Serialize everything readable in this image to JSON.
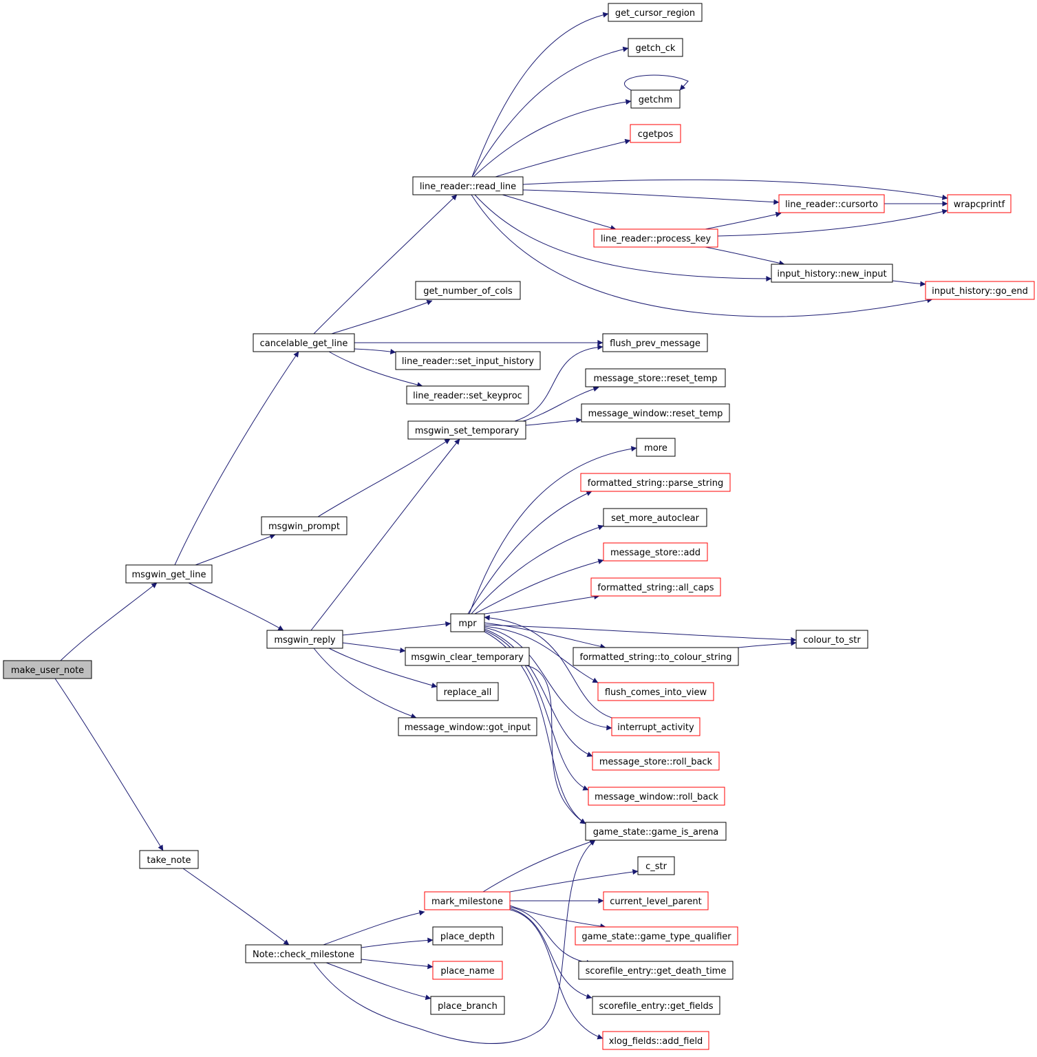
{
  "colors": {
    "edge": "#191970",
    "arrowhead": "#191970",
    "node_border": "#000000",
    "node_border_undocumented": "#ff0000",
    "root_fill": "#bfbfbf",
    "background": "#ffffff"
  },
  "nodes": {
    "make_user_note": {
      "label": "make_user_note",
      "style": "root"
    },
    "msgwin_get_line": {
      "label": "msgwin_get_line",
      "style": "black"
    },
    "take_note": {
      "label": "take_note",
      "style": "black"
    },
    "cancelable_get_line": {
      "label": "cancelable_get_line",
      "style": "black"
    },
    "msgwin_prompt": {
      "label": "msgwin_prompt",
      "style": "black"
    },
    "msgwin_reply": {
      "label": "msgwin_reply",
      "style": "black"
    },
    "note_check_milestone": {
      "label": "Note::check_milestone",
      "style": "black"
    },
    "line_reader_read_line": {
      "label": "line_reader::read_line",
      "style": "black"
    },
    "get_number_of_cols": {
      "label": "get_number_of_cols",
      "style": "black"
    },
    "line_reader_set_input_history": {
      "label": "line_reader::set_input_history",
      "style": "black"
    },
    "line_reader_set_keyproc": {
      "label": "line_reader::set_keyproc",
      "style": "black"
    },
    "msgwin_set_temporary": {
      "label": "msgwin_set_temporary",
      "style": "black"
    },
    "mpr": {
      "label": "mpr",
      "style": "black"
    },
    "msgwin_clear_temporary": {
      "label": "msgwin_clear_temporary",
      "style": "black"
    },
    "replace_all": {
      "label": "replace_all",
      "style": "black"
    },
    "message_window_got_input": {
      "label": "message_window::got_input",
      "style": "black"
    },
    "mark_milestone": {
      "label": "mark_milestone",
      "style": "red"
    },
    "place_depth": {
      "label": "place_depth",
      "style": "black"
    },
    "place_name": {
      "label": "place_name",
      "style": "red"
    },
    "place_branch": {
      "label": "place_branch",
      "style": "black"
    },
    "get_cursor_region": {
      "label": "get_cursor_region",
      "style": "black"
    },
    "getch_ck": {
      "label": "getch_ck",
      "style": "black"
    },
    "getchm": {
      "label": "getchm",
      "style": "black"
    },
    "cgetpos": {
      "label": "cgetpos",
      "style": "red"
    },
    "line_reader_process_key": {
      "label": "line_reader::process_key",
      "style": "red"
    },
    "flush_prev_message": {
      "label": "flush_prev_message",
      "style": "black"
    },
    "message_store_reset_temp": {
      "label": "message_store::reset_temp",
      "style": "black"
    },
    "message_window_reset_temp": {
      "label": "message_window::reset_temp",
      "style": "black"
    },
    "more": {
      "label": "more",
      "style": "black"
    },
    "formatted_string_parse_string": {
      "label": "formatted_string::parse_string",
      "style": "red"
    },
    "set_more_autoclear": {
      "label": "set_more_autoclear",
      "style": "black"
    },
    "message_store_add": {
      "label": "message_store::add",
      "style": "red"
    },
    "formatted_string_all_caps": {
      "label": "formatted_string::all_caps",
      "style": "red"
    },
    "formatted_string_to_colour_string": {
      "label": "formatted_string::to_colour_string",
      "style": "black"
    },
    "flush_comes_into_view": {
      "label": "flush_comes_into_view",
      "style": "red"
    },
    "interrupt_activity": {
      "label": "interrupt_activity",
      "style": "red"
    },
    "message_store_roll_back": {
      "label": "message_store::roll_back",
      "style": "red"
    },
    "message_window_roll_back": {
      "label": "message_window::roll_back",
      "style": "red"
    },
    "game_state_game_is_arena": {
      "label": "game_state::game_is_arena",
      "style": "black"
    },
    "c_str": {
      "label": "c_str",
      "style": "black"
    },
    "current_level_parent": {
      "label": "current_level_parent",
      "style": "red"
    },
    "game_state_game_type_qualifier": {
      "label": "game_state::game_type_qualifier",
      "style": "red"
    },
    "scorefile_entry_get_death_time": {
      "label": "scorefile_entry::get_death_time",
      "style": "black"
    },
    "scorefile_entry_get_fields": {
      "label": "scorefile_entry::get_fields",
      "style": "black"
    },
    "xlog_fields_add_field": {
      "label": "xlog_fields::add_field",
      "style": "red"
    },
    "line_reader_cursorto": {
      "label": "line_reader::cursorto",
      "style": "red"
    },
    "wrapcprintf": {
      "label": "wrapcprintf",
      "style": "red"
    },
    "input_history_new_input": {
      "label": "input_history::new_input",
      "style": "black"
    },
    "input_history_go_end": {
      "label": "input_history::go_end",
      "style": "red"
    },
    "colour_to_str": {
      "label": "colour_to_str",
      "style": "black"
    }
  },
  "edges": [
    [
      "make_user_note",
      "msgwin_get_line"
    ],
    [
      "make_user_note",
      "take_note"
    ],
    [
      "msgwin_get_line",
      "cancelable_get_line"
    ],
    [
      "msgwin_get_line",
      "msgwin_prompt"
    ],
    [
      "msgwin_get_line",
      "msgwin_reply"
    ],
    [
      "take_note",
      "note_check_milestone"
    ],
    [
      "cancelable_get_line",
      "line_reader_read_line"
    ],
    [
      "cancelable_get_line",
      "get_number_of_cols"
    ],
    [
      "cancelable_get_line",
      "flush_prev_message"
    ],
    [
      "cancelable_get_line",
      "line_reader_set_input_history"
    ],
    [
      "cancelable_get_line",
      "line_reader_set_keyproc"
    ],
    [
      "msgwin_prompt",
      "msgwin_set_temporary"
    ],
    [
      "msgwin_reply",
      "msgwin_set_temporary"
    ],
    [
      "msgwin_reply",
      "mpr"
    ],
    [
      "msgwin_reply",
      "msgwin_clear_temporary"
    ],
    [
      "msgwin_reply",
      "replace_all"
    ],
    [
      "msgwin_reply",
      "message_window_got_input"
    ],
    [
      "note_check_milestone",
      "mark_milestone"
    ],
    [
      "note_check_milestone",
      "place_depth"
    ],
    [
      "note_check_milestone",
      "place_name"
    ],
    [
      "note_check_milestone",
      "place_branch"
    ],
    [
      "note_check_milestone",
      "game_state_game_is_arena"
    ],
    [
      "line_reader_read_line",
      "get_cursor_region"
    ],
    [
      "line_reader_read_line",
      "getch_ck"
    ],
    [
      "line_reader_read_line",
      "getchm"
    ],
    [
      "line_reader_read_line",
      "cgetpos"
    ],
    [
      "line_reader_read_line",
      "wrapcprintf"
    ],
    [
      "line_reader_read_line",
      "line_reader_cursorto"
    ],
    [
      "line_reader_read_line",
      "line_reader_process_key"
    ],
    [
      "line_reader_read_line",
      "input_history_new_input"
    ],
    [
      "line_reader_read_line",
      "input_history_go_end"
    ],
    [
      "getchm",
      "getchm"
    ],
    [
      "line_reader_process_key",
      "line_reader_cursorto"
    ],
    [
      "line_reader_process_key",
      "wrapcprintf"
    ],
    [
      "line_reader_process_key",
      "input_history_new_input"
    ],
    [
      "line_reader_cursorto",
      "wrapcprintf"
    ],
    [
      "input_history_new_input",
      "input_history_go_end"
    ],
    [
      "msgwin_set_temporary",
      "flush_prev_message"
    ],
    [
      "msgwin_set_temporary",
      "message_store_reset_temp"
    ],
    [
      "msgwin_set_temporary",
      "message_window_reset_temp"
    ],
    [
      "mpr",
      "more"
    ],
    [
      "mpr",
      "formatted_string_parse_string"
    ],
    [
      "mpr",
      "set_more_autoclear"
    ],
    [
      "mpr",
      "message_store_add"
    ],
    [
      "mpr",
      "formatted_string_all_caps"
    ],
    [
      "mpr",
      "colour_to_str"
    ],
    [
      "mpr",
      "formatted_string_to_colour_string"
    ],
    [
      "mpr",
      "flush_comes_into_view"
    ],
    [
      "mpr",
      "interrupt_activity"
    ],
    [
      "mpr",
      "message_store_roll_back"
    ],
    [
      "mpr",
      "message_window_roll_back"
    ],
    [
      "mpr",
      "game_state_game_is_arena"
    ],
    [
      "formatted_string_to_colour_string",
      "colour_to_str"
    ],
    [
      "interrupt_activity",
      "mpr"
    ],
    [
      "msgwin_clear_temporary",
      "game_state_game_is_arena"
    ],
    [
      "mark_milestone",
      "game_state_game_is_arena"
    ],
    [
      "mark_milestone",
      "c_str"
    ],
    [
      "mark_milestone",
      "current_level_parent"
    ],
    [
      "mark_milestone",
      "game_state_game_type_qualifier"
    ],
    [
      "mark_milestone",
      "scorefile_entry_get_death_time"
    ],
    [
      "mark_milestone",
      "scorefile_entry_get_fields"
    ],
    [
      "mark_milestone",
      "xlog_fields_add_field"
    ]
  ]
}
